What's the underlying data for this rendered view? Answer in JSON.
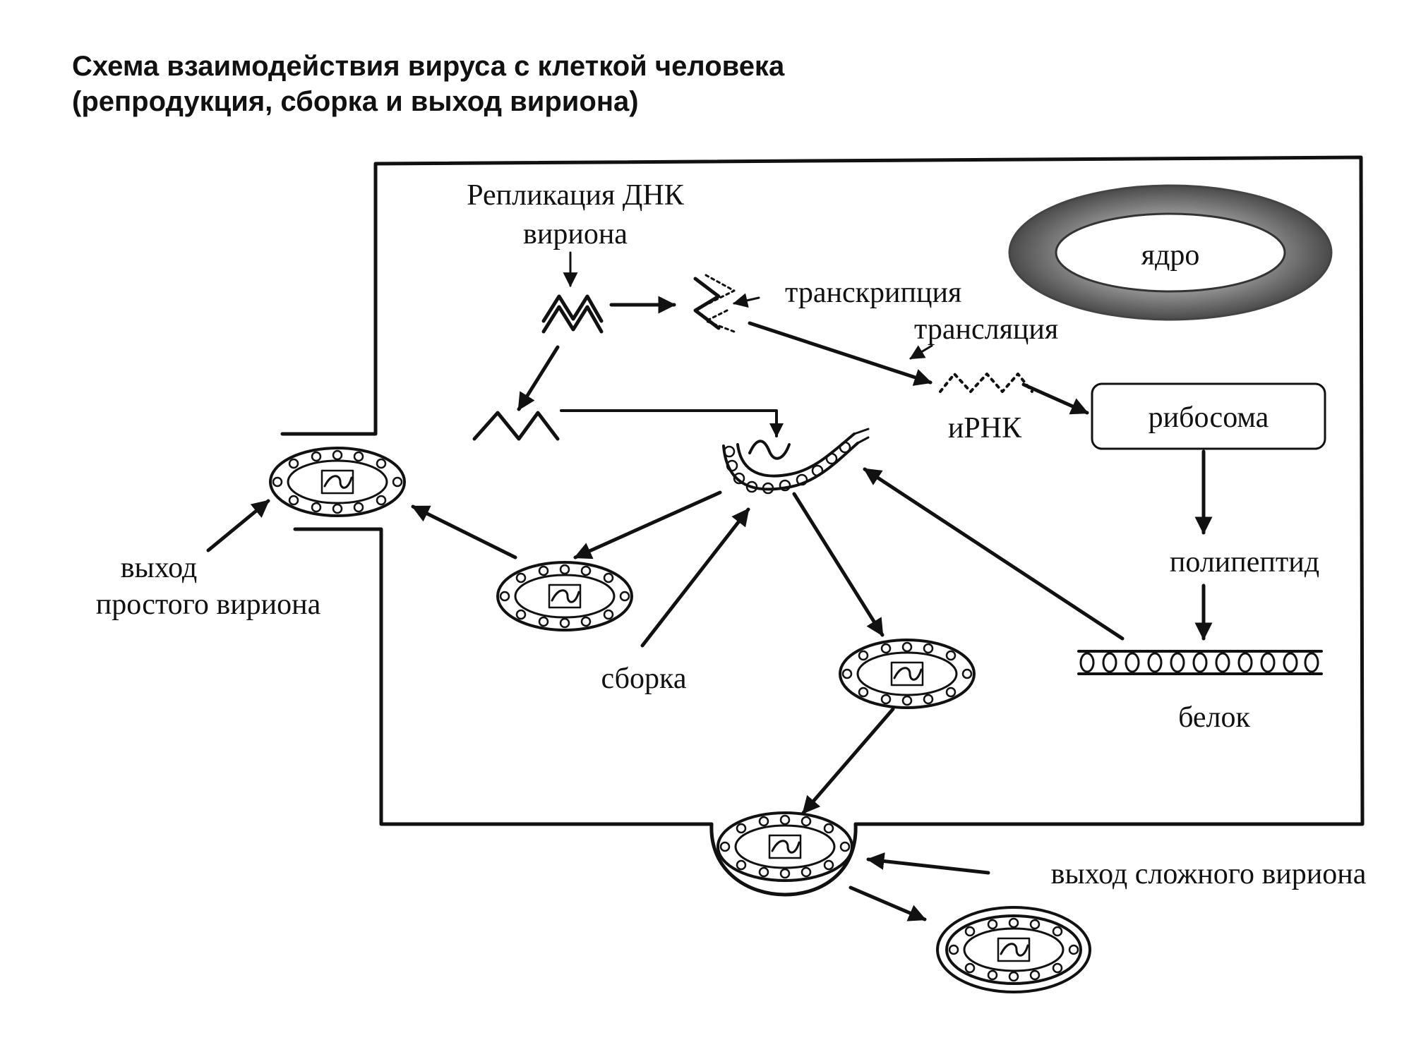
{
  "title": {
    "line1": "Схема взаимодействия вируса с клеткой человека",
    "line2": "(репродукция, сборка и выход вириона)"
  },
  "labels": {
    "replication_line1": "Репликация ДНК",
    "replication_line2": "вириона",
    "transcription": "транскрипция",
    "translation": "трансляция",
    "mrna": "иРНК",
    "nucleus": "ядро",
    "ribosome": "рибосома",
    "polypeptide": "полипептид",
    "protein": "белок",
    "assembly": "сборка",
    "simple_exit_line1": "выход",
    "simple_exit_line2": "простого вириона",
    "complex_exit": "выход сложного вириона"
  },
  "colors": {
    "ink": "#111111",
    "nucleus_ring": "#6e6e6e",
    "background": "#ffffff"
  }
}
